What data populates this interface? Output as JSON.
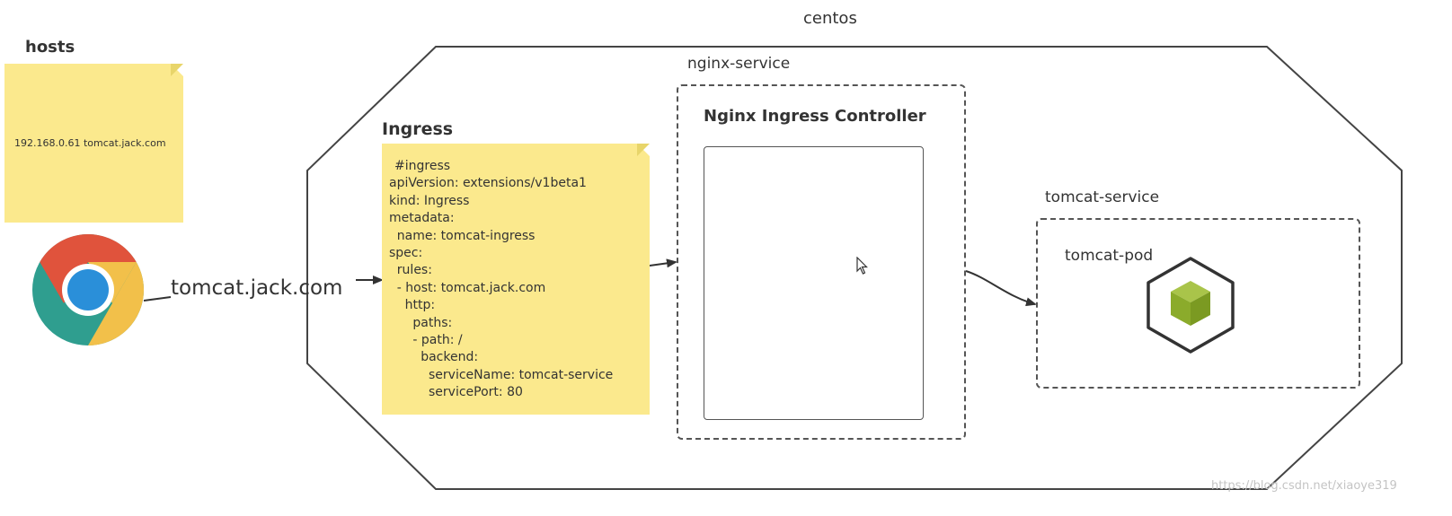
{
  "centos_label": "centos",
  "hosts": {
    "title": "hosts",
    "entry": "192.168.0.61 tomcat.jack.com"
  },
  "browser": {
    "icon": "chrome-icon",
    "url_label": "tomcat.jack.com"
  },
  "ingress": {
    "title": "Ingress",
    "yaml_lines": [
      "#ingress",
      "apiVersion: extensions/v1beta1",
      "kind: Ingress",
      "metadata:",
      "  name: tomcat-ingress",
      "spec:",
      "  rules:",
      "  - host: tomcat.jack.com",
      "    http:",
      "      paths:",
      "      - path: /",
      "        backend:",
      "          serviceName: tomcat-service",
      "          servicePort: 80"
    ]
  },
  "nginx_service": {
    "label": "nginx-service",
    "controller_title": "Nginx Ingress Controller"
  },
  "tomcat_service": {
    "label": "tomcat-service",
    "pod_label": "tomcat-pod",
    "pod_icon": "cube-icon"
  },
  "watermark": "https://blog.csdn.net/xiaoye319",
  "colors": {
    "note_fill": "#fbe98d",
    "note_fold": "#e8d56a",
    "stroke": "#444444",
    "chrome_red": "#e0533c",
    "chrome_yellow": "#f2c04a",
    "chrome_green": "#2f9e8f",
    "chrome_blue": "#2a8fd9",
    "cube_green": "#8bab2b"
  }
}
